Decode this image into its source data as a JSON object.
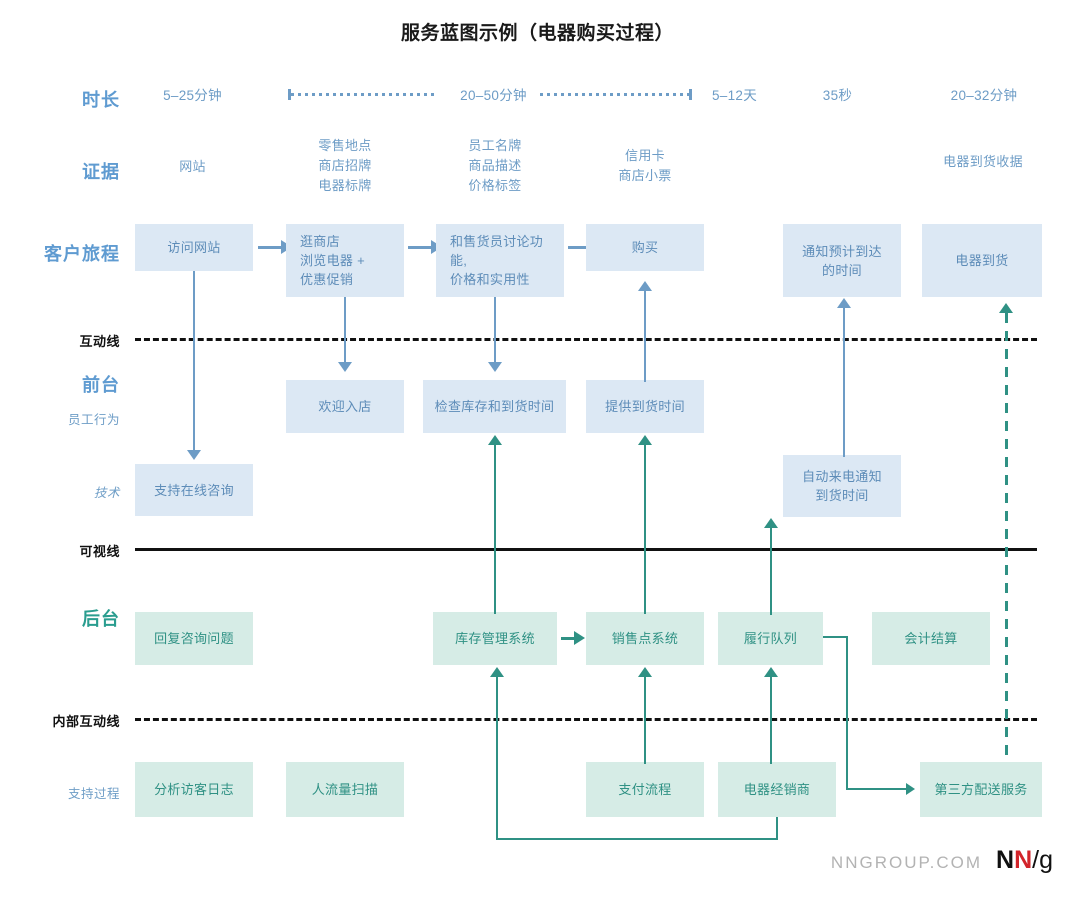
{
  "title": "服务蓝图示例（电器购买过程）",
  "row_labels": {
    "duration": "时长",
    "evidence": "证据",
    "customer_journey": "客户旅程",
    "line_of_interaction": "互动线",
    "frontstage": "前台",
    "frontstage_sub": "员工行为",
    "technology": "技术",
    "line_of_visibility": "可视线",
    "backstage": "后台",
    "line_of_internal_interaction": "内部互动线",
    "support_processes": "支持过程"
  },
  "durations": [
    "5–25分钟",
    "20–50分钟",
    "5–12天",
    "35秒",
    "20–32分钟"
  ],
  "evidence": [
    "网站",
    "零售地点\n商店招牌\n电器标牌",
    "员工名牌\n商品描述\n价格标签",
    "信用卡\n商店小票",
    "电器到货收据"
  ],
  "customer_journey": [
    "访问网站",
    "逛商店\n浏览电器 +\n优惠促销",
    "和售货员讨论功能,\n价格和实用性",
    "购买",
    "通知预计到达\n的时间",
    "电器到货"
  ],
  "frontstage": [
    "欢迎入店",
    "检查库存和到货时间",
    "提供到货时间"
  ],
  "technology": [
    "支持在线咨询",
    "自动来电通知\n到货时间"
  ],
  "backstage": [
    "回复咨询问题",
    "库存管理系统",
    "销售点系统",
    "履行队列",
    "会计结算"
  ],
  "support_processes": [
    "分析访客日志",
    "人流量扫描",
    "支付流程",
    "电器经销商",
    "第三方配送服务"
  ],
  "footer": {
    "site": "NNGROUP.COM",
    "logo_n1": "N",
    "logo_n2": "N",
    "logo_slash": "/",
    "logo_g": "g"
  },
  "colors": {
    "blue_box_fill": "#dce8f4",
    "blue_text": "#5d8cb8",
    "green_box_fill": "#d6ece6",
    "green_text": "#2f9184",
    "label_blue": "#5f9bd1",
    "label_teal": "#2a9d8f",
    "line_black": "#111111",
    "logo_red": "#d2242a"
  }
}
